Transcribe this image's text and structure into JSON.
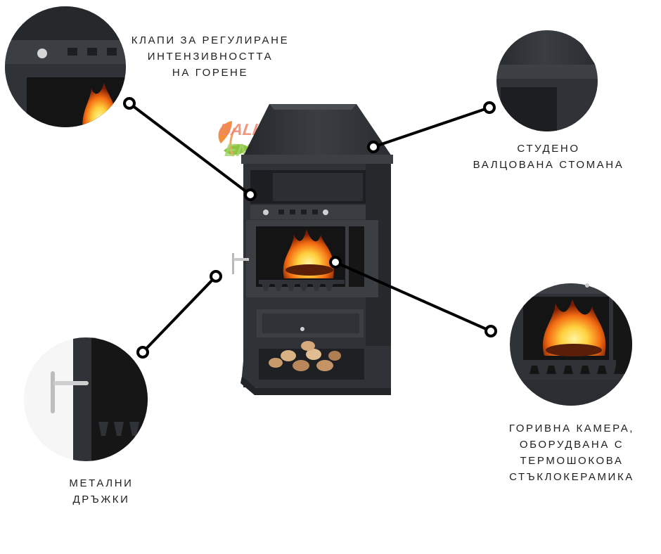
{
  "logo": {
    "line1": "BALKAN",
    "line2": "ENERGY",
    "colors": {
      "balkan": "#f0856c",
      "energy": "#a5d46d",
      "leaf_orange": "#f28f3b",
      "leaf_green": "#8cc63f"
    }
  },
  "callouts": {
    "dampers": {
      "lines": [
        "КЛАПИ ЗА РЕГУЛИРАНЕ",
        "ИНТЕНЗИВНОСТТА",
        "НА ГОРЕНЕ"
      ]
    },
    "steel": {
      "lines": [
        "СТУДЕНО",
        "ВАЛЦОВАНА СТОМАНА"
      ]
    },
    "chamber": {
      "lines": [
        "ГОРИВНА КАМЕРА,",
        "ОБОРУДВАНА С",
        "ТЕРМОШОКОВА",
        "СТЪКЛОКЕРАМИКА"
      ]
    },
    "handles": {
      "lines": [
        "МЕТАЛНИ",
        "ДРЪЖКИ"
      ]
    }
  },
  "colors": {
    "stove_body": "#2f3236",
    "stove_dark": "#1c1e21",
    "stove_light": "#45494e",
    "fire_core": "#ffd23f",
    "fire_outer": "#f36b12",
    "callout_line": "#000000",
    "label_text": "#1f1f1f"
  }
}
